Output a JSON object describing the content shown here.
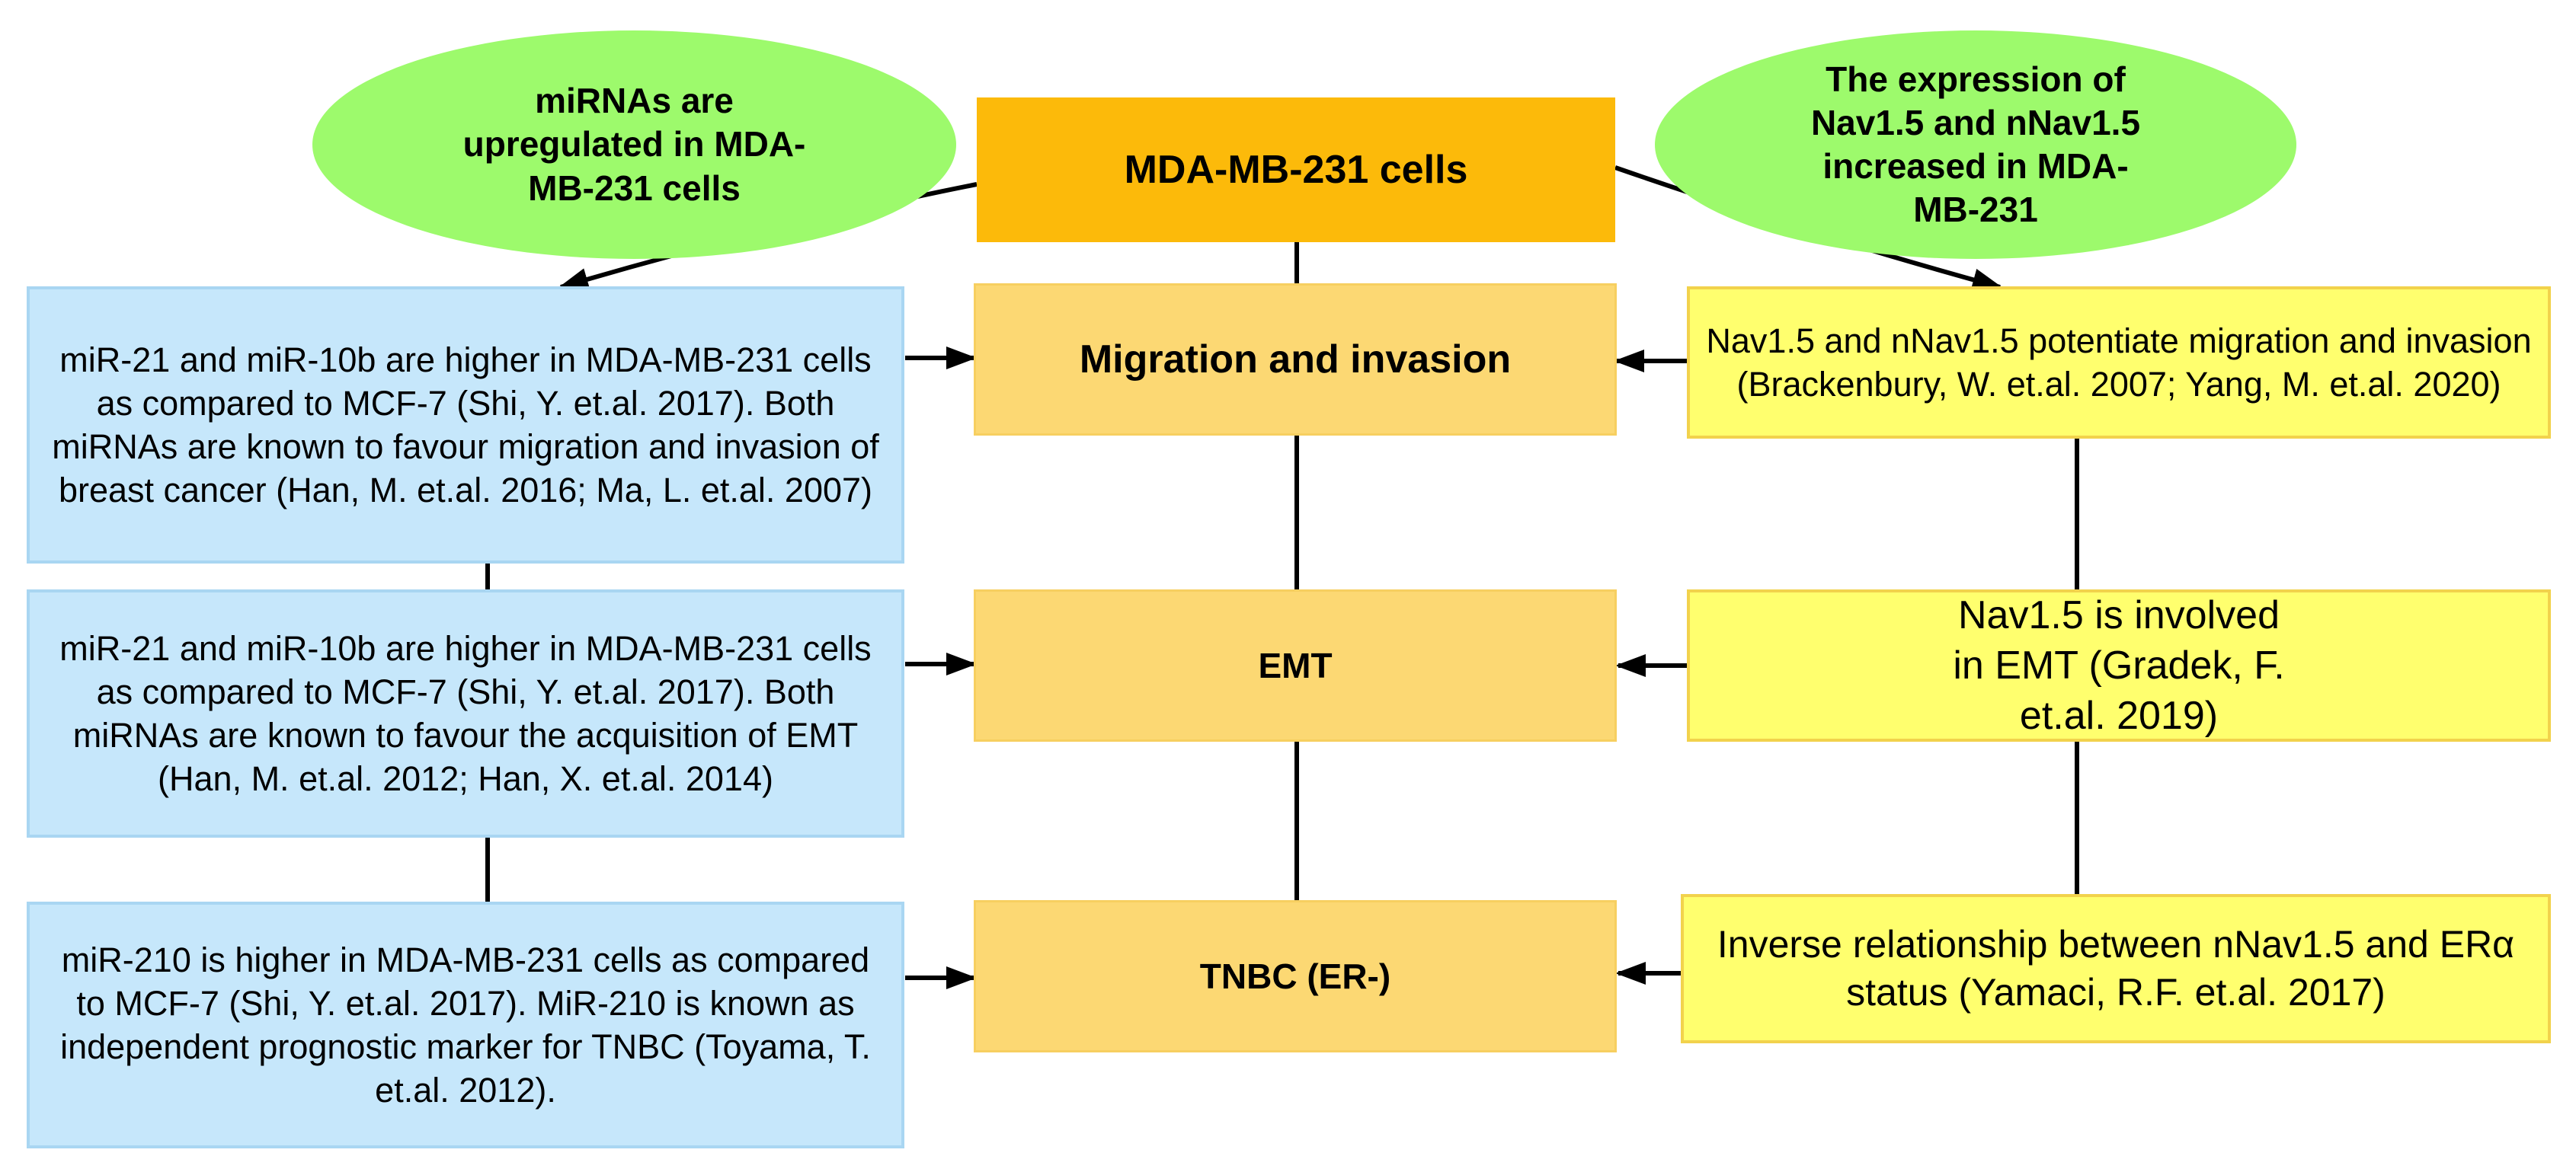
{
  "diagram": {
    "ellipse_left": "miRNAs are upregulated in MDA-MB-231 cells",
    "ellipse_right": "The expression of Nav1.5 and nNav1.5 increased in MDA-MB-231",
    "center_title": "MDA-MB-231 cells",
    "center_nodes": {
      "migration": "Migration and invasion",
      "emt": "EMT",
      "tnbc": "TNBC (ER-)"
    },
    "left_boxes": [
      "miR-21 and miR-10b are higher in MDA-MB-231 cells as compared to MCF-7 (Shi, Y. et.al. 2017). Both miRNAs are known to favour migration and invasion of breast cancer (Han, M. et.al. 2016; Ma, L. et.al. 2007)",
      "miR-21 and miR-10b are higher in MDA-MB-231 cells as compared to MCF-7 (Shi, Y. et.al. 2017). Both miRNAs are known to favour the acquisition of EMT (Han, M. et.al. 2012; Han, X. et.al. 2014)",
      "miR-210 is higher in MDA-MB-231 cells as compared to MCF-7 (Shi, Y. et.al. 2017). MiR-210 is known as independent prognostic marker for TNBC (Toyama, T. et.al. 2012)."
    ],
    "right_boxes": [
      "Nav1.5 and nNav1.5 potentiate migration and invasion (Brackenbury, W. et.al. 2007; Yang, M. et.al. 2020)",
      "Nav1.5 is involved in EMT (Gradek, F. et.al. 2019)",
      "Inverse relationship between nNav1.5 and ERα status (Yamaci, R.F. et.al. 2017)"
    ],
    "colors": {
      "ellipse": "#9dfa6c",
      "center_title": "#fcba0a",
      "center_node": "#fcd873",
      "left_box": "#c6e7fb",
      "right_box": "#ffff6e",
      "connector": "#000000"
    }
  }
}
